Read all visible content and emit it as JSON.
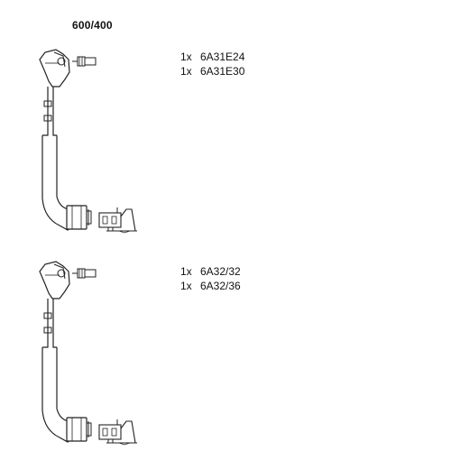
{
  "header": {
    "title": "600/400"
  },
  "sets": [
    {
      "parts": [
        {
          "qty": "1x",
          "code": "6A31E24"
        },
        {
          "qty": "1x",
          "code": "6A31E30"
        }
      ]
    },
    {
      "parts": [
        {
          "qty": "1x",
          "code": "6A32/32"
        },
        {
          "qty": "1x",
          "code": "6A32/36"
        }
      ]
    }
  ],
  "icons": [
    "spark-plug-boot-icon",
    "terminal-connector-icon",
    "distributor-boot-icon",
    "coil-connector-icon"
  ]
}
